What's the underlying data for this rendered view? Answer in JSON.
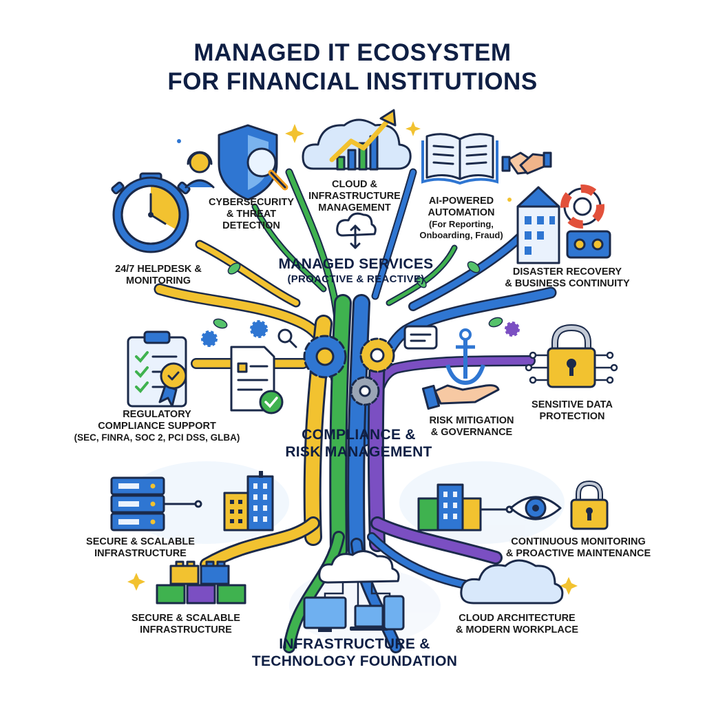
{
  "title": {
    "line1": "MANAGED IT ECOSYSTEM",
    "line2": "FOR FINANCIAL INSTITUTIONS"
  },
  "colors": {
    "yellow": "#f2c230",
    "green": "#3fb24f",
    "blue": "#2f76d2",
    "purple": "#7b4fc2",
    "navy": "#0f1f44"
  },
  "managed_services": {
    "heading_line1": "MANAGED SERVICES",
    "heading_line2": "(PROACTIVE & REACTIVE)",
    "helpdesk": {
      "line1": "24/7 HELPDESK &",
      "line2": "MONITORING",
      "icon": "stopwatch-icon"
    },
    "cybersecurity": {
      "line1": "CYBERSECURITY",
      "line2": "& THREAT",
      "line3": "DETECTION",
      "icon": "shield-magnifier-icon"
    },
    "cloud_mgmt": {
      "line1": "CLOUD &",
      "line2": "INFRASTRUCTURE",
      "line3": "MANAGEMENT",
      "icon": "cloud-growth-chart-icon"
    },
    "ai_automation": {
      "line1": "AI-POWERED",
      "line2": "AUTOMATION",
      "line3": "(For Reporting,",
      "line4": "Onboarding, Fraud)",
      "icon": "open-book-icon"
    },
    "disaster_recovery": {
      "line1": "DISASTER RECOVERY",
      "line2": "& BUSINESS CONTINUITY",
      "icon": "building-lifebuoy-icon"
    }
  },
  "compliance": {
    "heading_line1": "COMPLIANCE &",
    "heading_line2": "RISK MANAGEMENT",
    "regulatory": {
      "line1": "REGULATORY",
      "line2": "COMPLIANCE SUPPORT",
      "line3": "(SEC, FINRA, SOC 2, PCI DSS, GLBA)",
      "icon": "clipboard-badge-icon"
    },
    "risk_mitigation": {
      "line1": "RISK MITIGATION",
      "line2": "& GOVERNANCE",
      "icon": "anchor-hand-icon"
    },
    "data_protection": {
      "line1": "SENSITIVE DATA",
      "line2": "PROTECTION",
      "icon": "circuit-lock-icon"
    }
  },
  "infrastructure": {
    "heading_line1": "INFRASTRUCTURE &",
    "heading_line2": "TECHNOLOGY FOUNDATION",
    "secure_1": {
      "line1": "SECURE & SCALABLE",
      "line2": "INFRASTRUCTURE",
      "icon": "server-rack-icon"
    },
    "secure_2": {
      "line1": "SECURE & SCALABLE",
      "line2": "INFRASTRUCTURE",
      "icon": "building-blocks-icon"
    },
    "continuous": {
      "line1": "CONTINUOUS MONITORING",
      "line2": "& PROACTIVE MAINTENANCE",
      "icon": "eye-lock-icon"
    },
    "cloud_arch": {
      "line1": "CLOUD ARCHITECTURE",
      "line2": "& MODERN WORKPLACE",
      "icon": "cloud-devices-icon"
    }
  }
}
